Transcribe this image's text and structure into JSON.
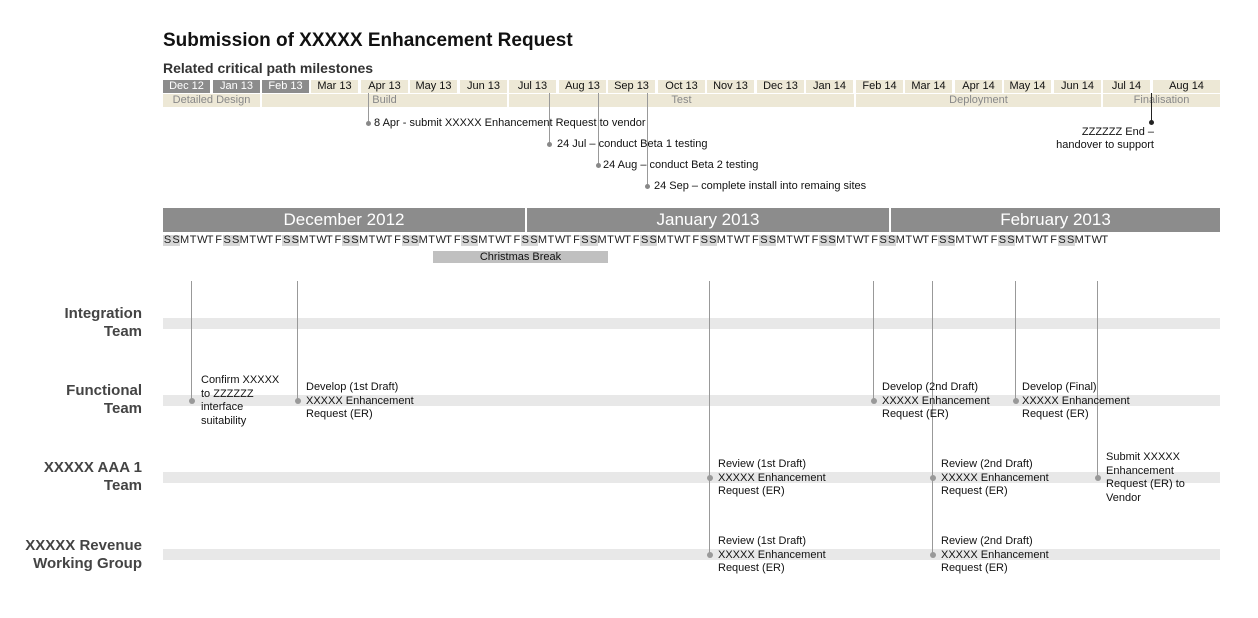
{
  "title": "Submission of XXXXX Enhancement Request",
  "subtitle": "Related critical path milestones",
  "timeline": {
    "months": [
      "Dec 12",
      "Jan 13",
      "Feb 13",
      "Mar 13",
      "Apr 13",
      "May 13",
      "Jun 13",
      "Jul 13",
      "Aug 13",
      "Sep 13",
      "Oct 13",
      "Nov 13",
      "Dec 13",
      "Jan 14",
      "Feb 14",
      "Mar 14",
      "Apr 14",
      "May 14",
      "Jun 14",
      "Jul 14",
      "Aug 14"
    ],
    "phases": [
      "Detailed Design",
      "Build",
      "Test",
      "Deployment",
      "Finalisation"
    ]
  },
  "milestones": [
    {
      "text": "8 Apr - submit XXXXX Enhancement Request to vendor"
    },
    {
      "text": "24 Jul – conduct Beta 1 testing"
    },
    {
      "text": "24 Aug – conduct Beta 2 testing"
    },
    {
      "text": "24 Sep – complete install into remaing sites"
    },
    {
      "line1": "ZZZZZZ End –",
      "line2": "handover to support"
    }
  ],
  "calendar": {
    "months": [
      "December 2012",
      "January 2013",
      "February 2013"
    ],
    "days": "SSMTWTFSSMTWTFSSMTWTFSSMTWTFSSMTWTFSSMTWTFSSMTWTFSSMTWTFSSMTWTFSSMTWTFSSMTWTFSSMTWTFSSMTWTFSSMTWTFSSMTWTFSSMTWT",
    "break_label": "Christmas Break"
  },
  "teams": [
    {
      "line1": "Integration",
      "line2": "Team"
    },
    {
      "line1": "Functional",
      "line2": "Team"
    },
    {
      "line1": "XXXXX AAA 1",
      "line2": "Team"
    },
    {
      "line1": "XXXXX Revenue",
      "line2": "Working Group"
    }
  ],
  "events": [
    {
      "lines": [
        "Confirm XXXXX",
        "to ZZZZZZ",
        "interface",
        "suitability"
      ]
    },
    {
      "lines": [
        "Develop (1st Draft)",
        "XXXXX Enhancement",
        "Request (ER)"
      ]
    },
    {
      "lines": [
        "Develop (2nd Draft)",
        "XXXXX Enhancement",
        "Request (ER)"
      ]
    },
    {
      "lines": [
        "Develop (Final)",
        "XXXXX Enhancement",
        "Request (ER)"
      ]
    },
    {
      "lines": [
        "Review (1st Draft)",
        "XXXXX Enhancement",
        "Request (ER)"
      ]
    },
    {
      "lines": [
        "Review (2nd Draft)",
        "XXXXX Enhancement",
        "Request (ER)"
      ]
    },
    {
      "lines": [
        "Submit XXXXX",
        "Enhancement",
        "Request (ER) to",
        "Vendor"
      ]
    },
    {
      "lines": [
        "Review (1st Draft)",
        "XXXXX Enhancement",
        "Request (ER)"
      ]
    },
    {
      "lines": [
        "Review (2nd Draft)",
        "XXXXX Enhancement",
        "Request (ER)"
      ]
    }
  ],
  "colors": {
    "past_month": "#8c8c8c",
    "future_month": "#ede8d6",
    "bar": "#e8e8e8",
    "weekend": "#d6d6d6"
  }
}
